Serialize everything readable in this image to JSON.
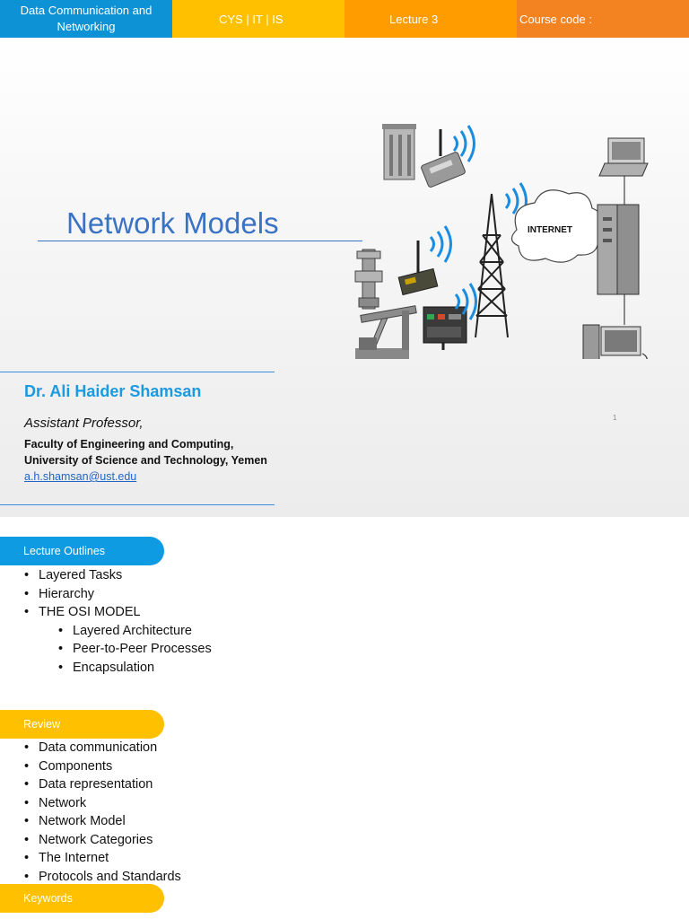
{
  "header": {
    "course": "Data Communication and Networking",
    "departments": "CYS | IT | IS",
    "lecture": "Lecture 3",
    "course_code": "Course code :",
    "colors": {
      "course": "#0e92d6",
      "departments": "#ffc000",
      "lecture": "#ff9c00",
      "course_code": "#f38220"
    }
  },
  "slide": {
    "title": "Network Models",
    "author": "Dr. Ali Haider Shamsan",
    "position": "Assistant Professor,",
    "affiliation_line1": "Faculty of Engineering and Computing,",
    "affiliation_line2": "University of Science and Technology, Yemen",
    "email": "a.h.shamsan@ust.edu",
    "page_number": "1",
    "diagram": {
      "cloud_label": "INTERNET",
      "icons": [
        "storage-tank-icon",
        "wireless-modem-icon",
        "wellhead-icon",
        "radio-unit-icon",
        "pumpjack-icon",
        "rtu-controller-icon",
        "radio-tower-icon",
        "internet-cloud-icon",
        "laptop-icon",
        "server-icon",
        "desktop-computer-icon"
      ]
    }
  },
  "outline": {
    "label": "Lecture Outlines",
    "items": [
      {
        "text": "Layered Tasks",
        "level": 1
      },
      {
        "text": "Hierarchy",
        "level": 1
      },
      {
        "text": "THE OSI MODEL",
        "level": 1
      },
      {
        "text": "Layered Architecture",
        "level": 2
      },
      {
        "text": "Peer-to-Peer Processes",
        "level": 2
      },
      {
        "text": "Encapsulation",
        "level": 2
      }
    ]
  },
  "review": {
    "label": "Review",
    "items": [
      "Data communication",
      "Components",
      "Data representation",
      "Network",
      "Network Model",
      "Network Categories",
      "The Internet",
      "Protocols and Standards"
    ]
  },
  "keywords": {
    "label": "Keywords"
  }
}
